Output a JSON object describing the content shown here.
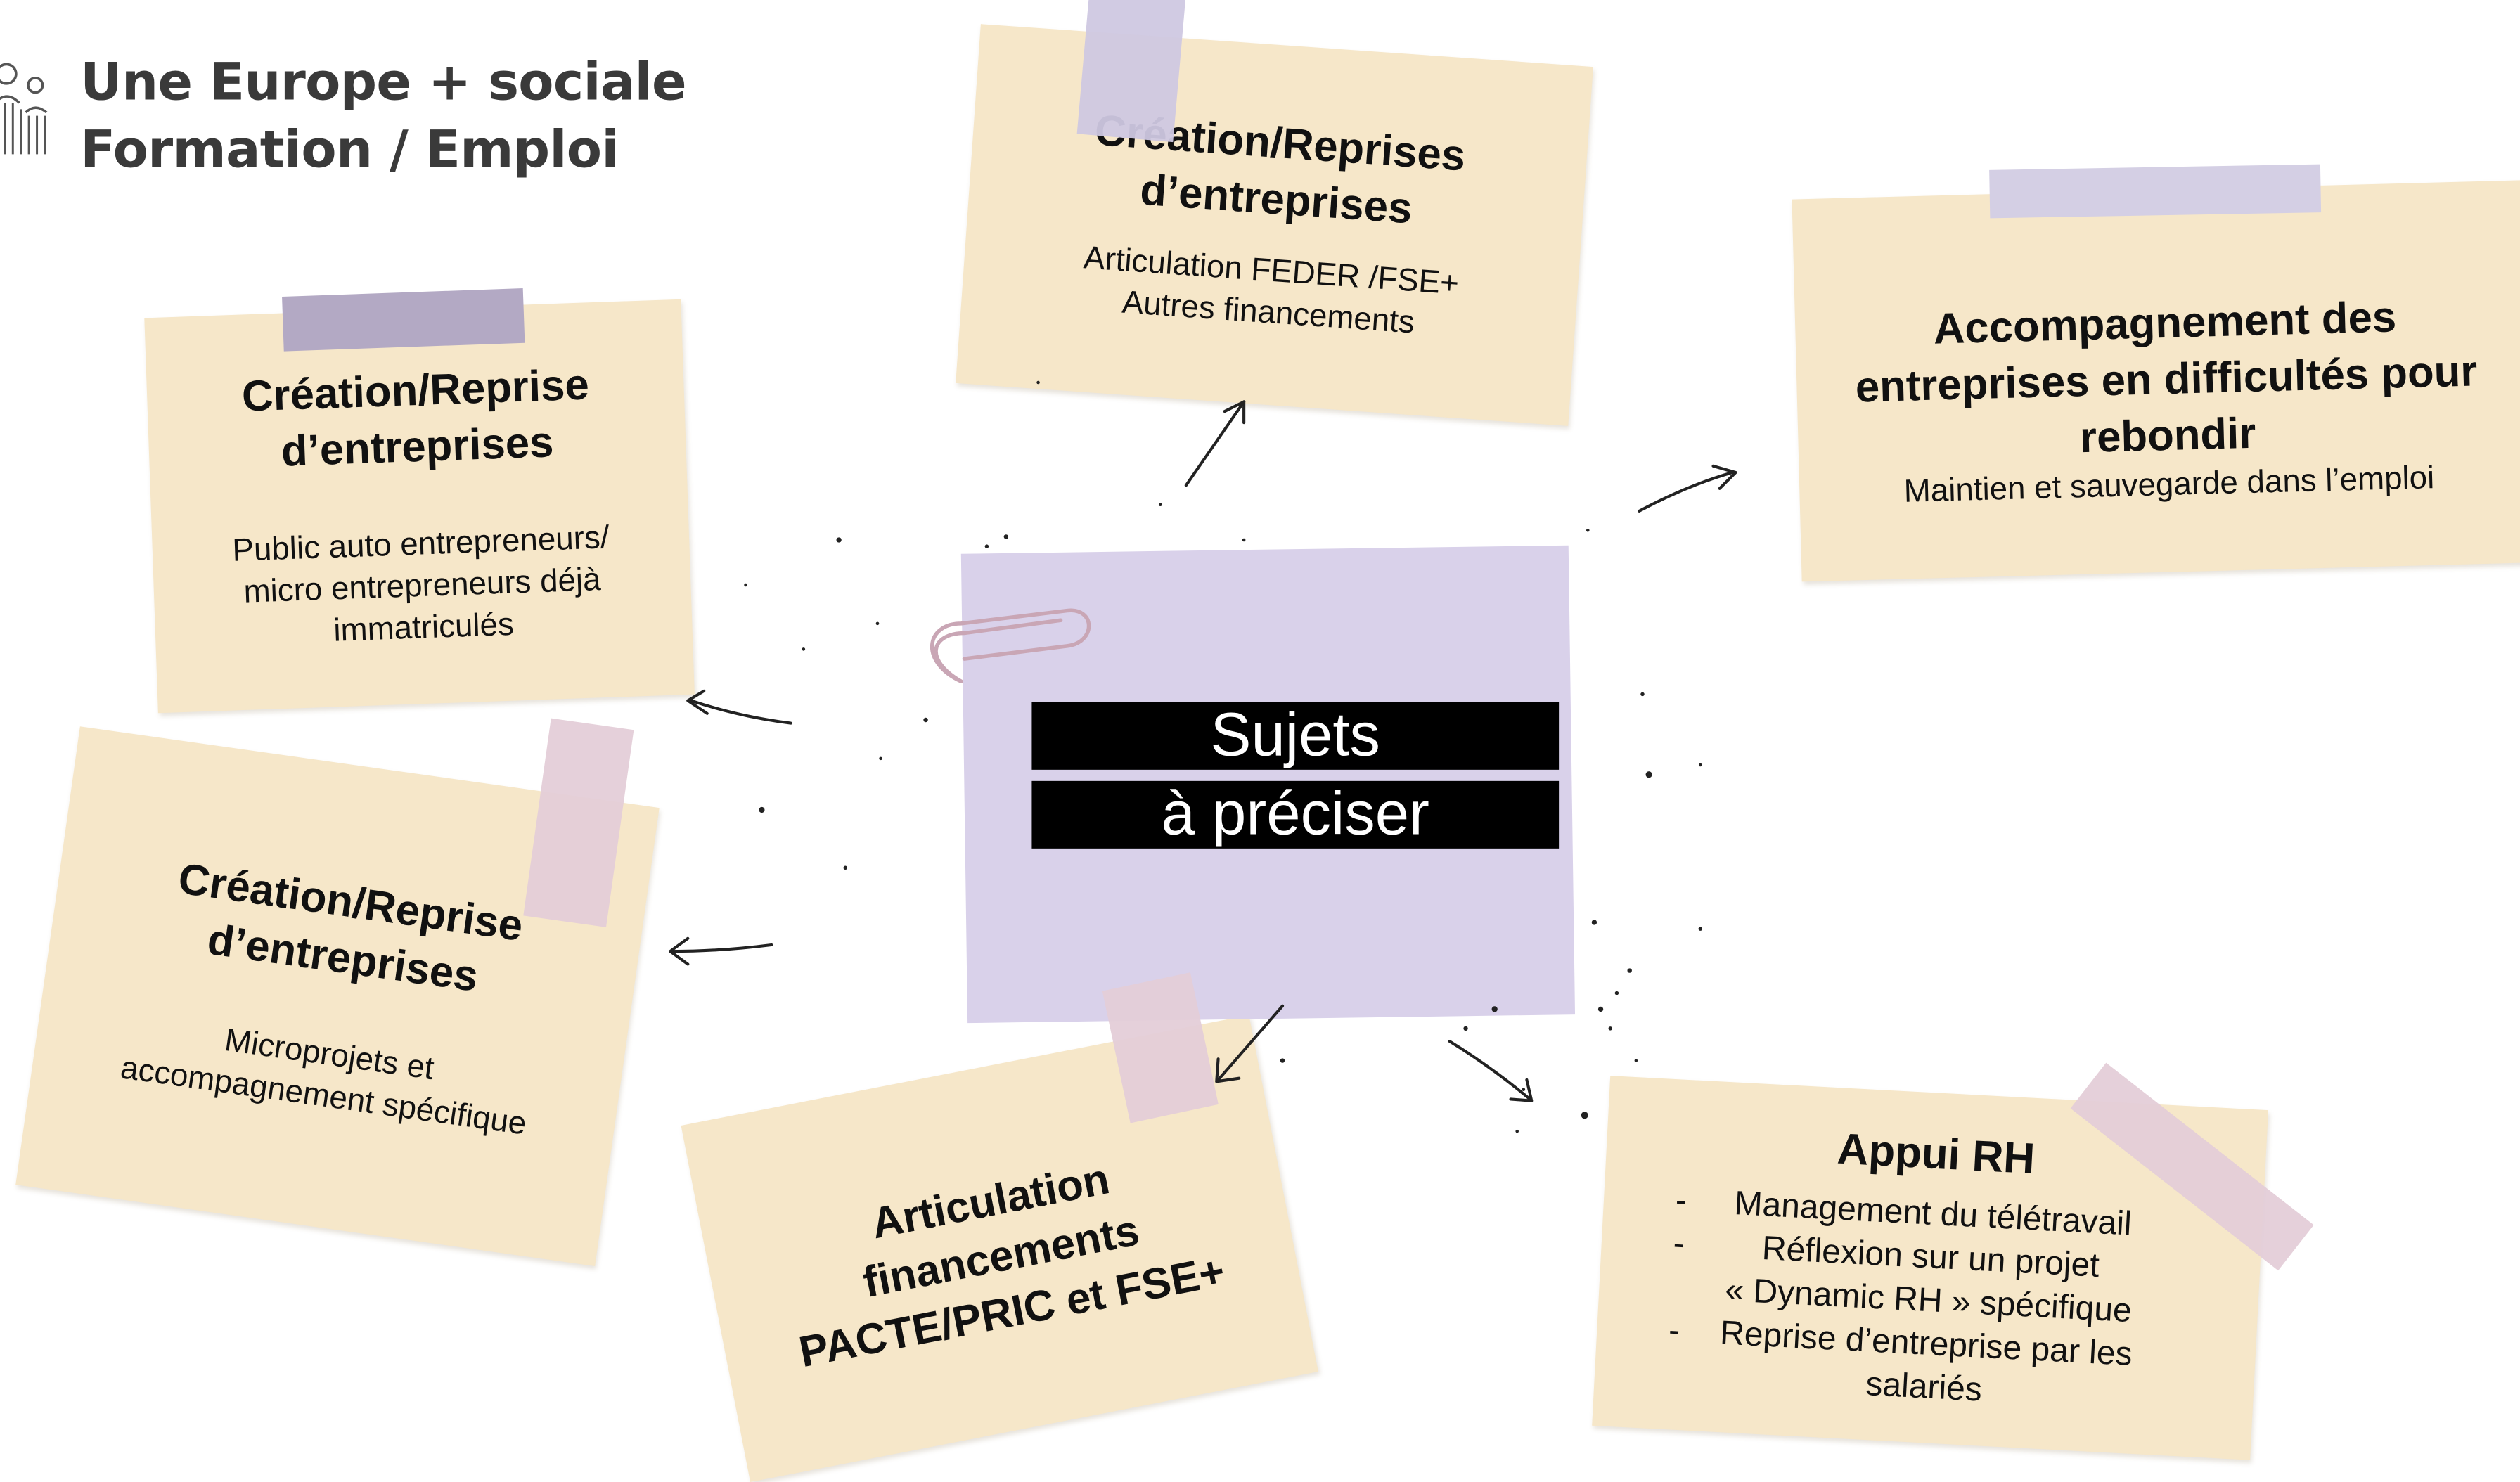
{
  "header": {
    "line1": "Une Europe + sociale",
    "line2": "Formation / Emploi",
    "icon": "people-chart-icon"
  },
  "center": {
    "line1": "Sujets",
    "line2": "à préciser"
  },
  "notes": {
    "top_center": {
      "title1": "Création/Reprises",
      "title2": "d’entreprises",
      "body1": "Articulation FEDER /FSE+",
      "body2": "Autres financements"
    },
    "top_right": {
      "title1": "Accompagnement des",
      "title2": "entreprises en difficultés pour",
      "title3": "rebondir",
      "body1": "Maintien et sauvegarde dans l’emploi"
    },
    "left_top": {
      "title1": "Création/Reprise",
      "title2": "d’entreprises",
      "body1": "Public auto entrepreneurs/",
      "body2": "micro entrepreneurs déjà",
      "body3": "immatriculés"
    },
    "left_bottom": {
      "title1": "Création/Reprise",
      "title2": "d’entreprises",
      "body1": "Microprojets et",
      "body2": "accompagnement spécifique"
    },
    "bottom_center": {
      "title1": "Articulation",
      "title2": "financements",
      "title3": "PACTE/PRIC et FSE+"
    },
    "bottom_right": {
      "title1": "Appui RH",
      "item1": "Management du télétravail",
      "item2": "Réflexion sur un projet",
      "item2b": "« Dynamic RH » spécifique",
      "item3": "Reprise d’entreprise par les",
      "item3b": "salariés"
    }
  },
  "colors": {
    "note_paper": "#f6e7c9",
    "center_paper": "#d9d1ea",
    "tape_lavender": "#cfc8e2",
    "tape_purple": "#b3a9c4",
    "tape_pink": "#e4cdd8",
    "title_text": "#3a3a3a"
  }
}
